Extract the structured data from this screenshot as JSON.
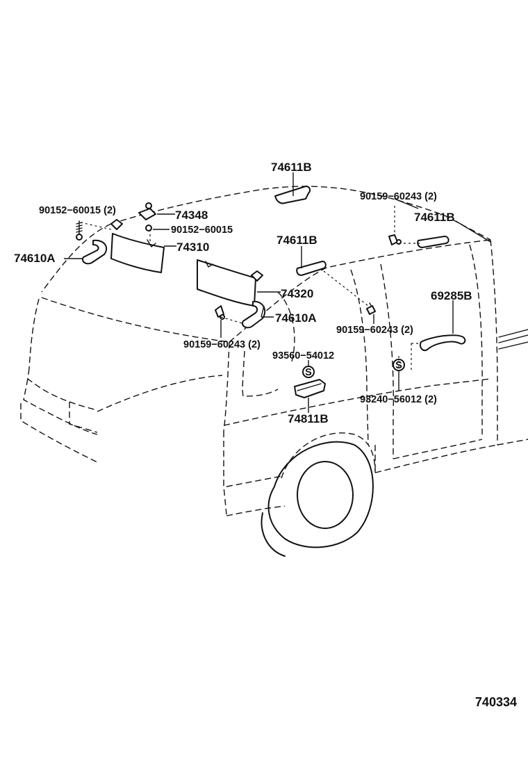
{
  "labels": {
    "p74611B_top": "74611B",
    "p74611B_right": "74611B",
    "p74611B_mid": "74611B",
    "p90159_top": "90159−60243 (2)",
    "p90152_a": "90152−60015 (2)",
    "p74348": "74348",
    "p90152_b": "90152−60015",
    "p74310": "74310",
    "p74610A_left": "74610A",
    "p74320": "74320",
    "p74610A_right": "74610A",
    "p90159_left": "90159−60243 (2)",
    "p90159_mid": "90159−60243 (2)",
    "p69285B": "69285B",
    "p93560": "93560−54012",
    "p93240": "93240−56012 (2)",
    "p74811B": "74811B",
    "s_mark_a": "S",
    "s_mark_b": "S"
  },
  "diagram_code": "740334"
}
